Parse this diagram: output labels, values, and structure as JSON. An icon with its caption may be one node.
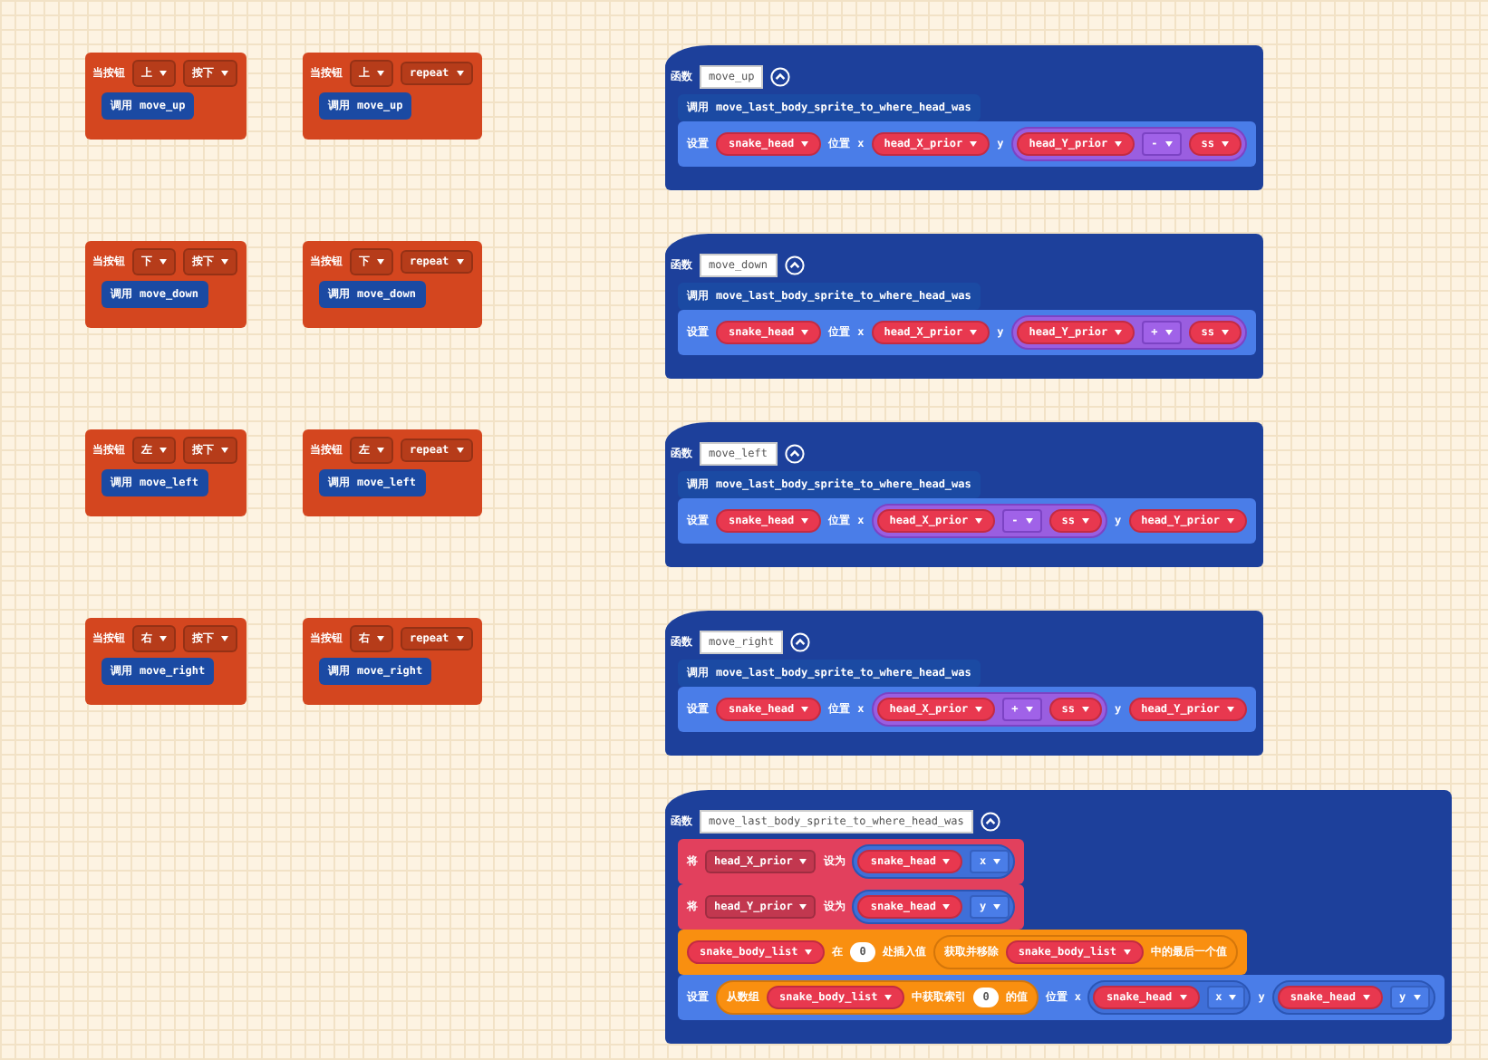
{
  "diagram": {
    "nodes": [
      {
        "text": [
          "当按钮",
          "上",
          "按下"
        ]
      },
      {
        "text": [
          "调用",
          "move_up"
        ],
        "in": 0
      },
      {
        "text": [
          "当按钮",
          "上",
          "repeat"
        ]
      },
      {
        "text": [
          "调用",
          "move_up"
        ],
        "in": 2
      },
      {
        "text": [
          "函数",
          "move_up"
        ]
      },
      {
        "text": [
          "调用",
          "move_last_body_sprite_to_where_head_was"
        ],
        "in": 4
      },
      {
        "text": [
          "设置",
          "snake_head",
          "位置",
          "x",
          "head_X_prior",
          "y",
          "head_Y_prior",
          "-",
          "ss"
        ],
        "in": 4
      },
      {
        "text": [
          "当按钮",
          "下",
          "按下"
        ]
      },
      {
        "text": [
          "调用",
          "move_down"
        ],
        "in": 7
      },
      {
        "text": [
          "当按钮",
          "下",
          "repeat"
        ]
      },
      {
        "text": [
          "调用",
          "move_down"
        ],
        "in": 9
      },
      {
        "text": [
          "函数",
          "move_down"
        ]
      },
      {
        "text": [
          "调用",
          "move_last_body_sprite_to_where_head_was"
        ],
        "in": 11
      },
      {
        "text": [
          "设置",
          "snake_head",
          "位置",
          "x",
          "head_X_prior",
          "y",
          "head_Y_prior",
          "+",
          "ss"
        ],
        "in": 11
      },
      {
        "text": [
          "当按钮",
          "左",
          "按下"
        ]
      },
      {
        "text": [
          "调用",
          "move_left"
        ],
        "in": 14
      },
      {
        "text": [
          "当按钮",
          "左",
          "repeat"
        ]
      },
      {
        "text": [
          "调用",
          "move_left"
        ],
        "in": 16
      },
      {
        "text": [
          "函数",
          "move_left"
        ]
      },
      {
        "text": [
          "调用",
          "move_last_body_sprite_to_where_head_was"
        ],
        "in": 18
      },
      {
        "text": [
          "设置",
          "snake_head",
          "位置",
          "x",
          "head_X_prior",
          "-",
          "ss",
          "y",
          "head_Y_prior"
        ],
        "in": 18
      },
      {
        "text": [
          "当按钮",
          "右",
          "按下"
        ]
      },
      {
        "text": [
          "调用",
          "move_right"
        ],
        "in": 21
      },
      {
        "text": [
          "当按钮",
          "右",
          "repeat"
        ]
      },
      {
        "text": [
          "调用",
          "move_right"
        ],
        "in": 23
      },
      {
        "text": [
          "函数",
          "move_right"
        ]
      },
      {
        "text": [
          "调用",
          "move_last_body_sprite_to_where_head_was"
        ],
        "in": 25
      },
      {
        "text": [
          "设置",
          "snake_head",
          "位置",
          "x",
          "head_X_prior",
          "+",
          "ss",
          "y",
          "head_Y_prior"
        ],
        "in": 25
      },
      {
        "text": [
          "函数",
          "move_last_body_sprite_to_where_head_was"
        ]
      },
      {
        "text": [
          "将",
          "head_X_prior",
          "设为",
          "snake_head",
          "x"
        ],
        "in": 28
      },
      {
        "text": [
          "将",
          "head_Y_prior",
          "设为",
          "snake_head",
          "y"
        ],
        "in": 28
      },
      {
        "text": [
          "snake_body_list",
          "在",
          "0",
          "处插入值",
          "获取并移除",
          "snake_body_list",
          "中的最后一个值"
        ],
        "in": 28
      },
      {
        "text": [
          "设置",
          "从数组",
          "snake_body_list",
          "中获取索引",
          "0",
          "的值",
          "位置",
          "x",
          "snake_head",
          "x",
          "y",
          "snake_head",
          "y"
        ],
        "in": 28
      }
    ]
  }
}
